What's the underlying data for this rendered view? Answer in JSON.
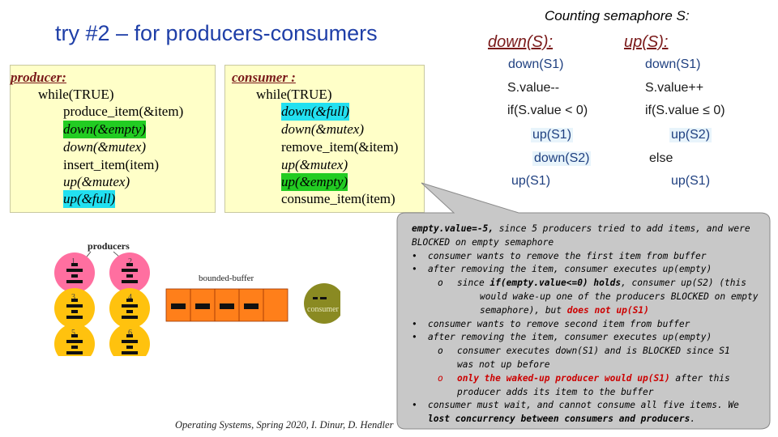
{
  "title": "try #2 – for producers-consumers",
  "producer": {
    "header": "producer:",
    "lines": [
      "while(TRUE)",
      "produce_item(&item)",
      "down(&empty)",
      "down(&mutex)",
      "insert_item(item)",
      "up(&mutex)",
      "up(&full)"
    ]
  },
  "consumer": {
    "header": "consumer :",
    "lines": [
      "while(TRUE)",
      "down(&full)",
      "down(&mutex)",
      "remove_item(&item)",
      "up(&mutex)",
      "up(&empty)",
      "consume_item(item)"
    ]
  },
  "semaphore": {
    "title": "Counting semaphore S:",
    "down_header": "down(S):",
    "up_header": "up(S):",
    "down_lines": [
      "down(S1)",
      "S.value--",
      "if(S.value < 0)",
      "up(S1)",
      "down(S2)",
      "up(S1)"
    ],
    "up_lines": [
      "down(S1)",
      "S.value++",
      "if(S.value ≤ 0)",
      "up(S2)",
      "else",
      "up(S1)"
    ]
  },
  "diagram": {
    "producers_label": "producers",
    "buffer_label": "bounded-buffer",
    "consumer_label": "consumer",
    "producer_numbers": [
      "1",
      "2",
      "3",
      "4",
      "5",
      "6"
    ],
    "colors": {
      "pink": "#ff6fa0",
      "yellow": "#ffc20e",
      "orange": "#ff7f1a",
      "olive": "#8a8a22"
    }
  },
  "note": {
    "intro_1a": "empty.value=-5,",
    "intro_1b": " since 5 producers tried to add items, and were",
    "intro_2": "BLOCKED on empty semaphore",
    "b1": "consumer wants to remove the first item from buffer",
    "b2": "after removing the item, consumer executes up(empty)",
    "s1_a": "since ",
    "s1_b": "if(empty.value<=0) holds",
    "s1_c": ", consumer up(S2) (this",
    "s1_2": "would wake-up one of the producers BLOCKED on empty",
    "s1_3a": "semaphore), but ",
    "s1_3b": "does not up(S1)",
    "b3": "consumer wants to remove second item from buffer",
    "b4": "after removing the item, consumer executes up(empty)",
    "s2_1": "consumer executes down(S1) and is BLOCKED since S1",
    "s2_2": "was not up before",
    "s3_a": "only the waked-up producer would up(S1)",
    "s3_b": " after this",
    "s3_2": "producer adds its item to the buffer",
    "b5": "consumer must wait, and cannot consume all five items. We",
    "b5_2": "lost concurrency between consumers and producers",
    "b5_end": ".",
    "bullet": "•",
    "sub": "o"
  },
  "footer": "Operating Systems, Spring 2020, I. Dinur, D. Hendler"
}
